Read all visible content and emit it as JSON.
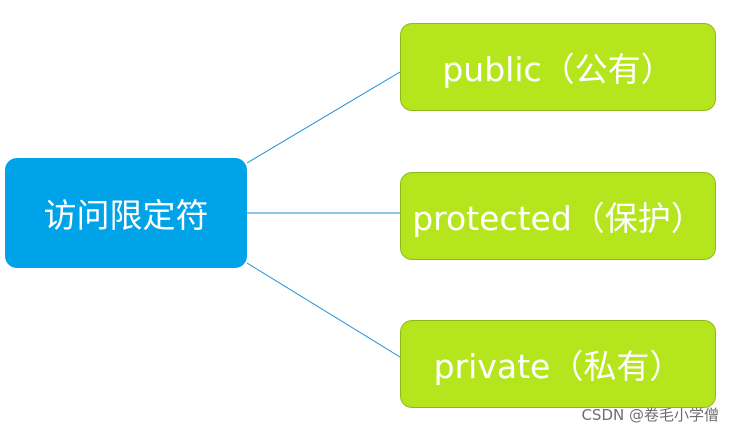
{
  "root": {
    "label": "访问限定符"
  },
  "children": [
    {
      "label": "public（公有）"
    },
    {
      "label": "protected（保护）"
    },
    {
      "label": "private（私有）"
    }
  ],
  "watermark": "CSDN @卷毛小学僧",
  "colors": {
    "root_fill": "#00a2e8",
    "child_fill": "#b5e61d",
    "connector": "#1f8ed6",
    "text": "#ffffff"
  }
}
